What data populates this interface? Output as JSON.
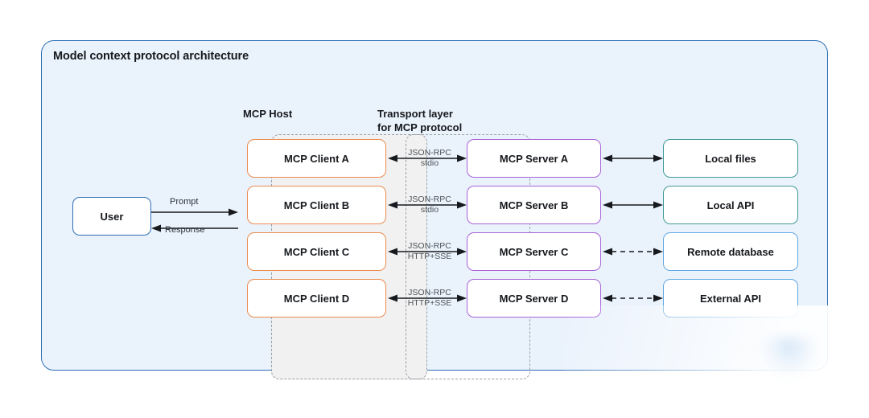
{
  "card": {
    "title": "Model context protocol architecture",
    "background": "#eaf2fc",
    "border_color": "#2f6fb5"
  },
  "groups": {
    "host": {
      "label": "MCP Host",
      "style": "dashed",
      "fill": "#f1f1f1"
    },
    "transport": {
      "label": "Transport layer\nfor MCP protocol",
      "style": "dashed",
      "fill": "transparent"
    }
  },
  "actor": {
    "user": {
      "label": "User",
      "border_color": "#2f6fb5"
    },
    "prompt_label": "Prompt",
    "response_label": "Response"
  },
  "columns": {
    "clients": {
      "border_color": "#ec8b4f",
      "items": [
        {
          "label": "MCP Client A"
        },
        {
          "label": "MCP Client B"
        },
        {
          "label": "MCP Client C"
        },
        {
          "label": "MCP Client D"
        }
      ]
    },
    "servers": {
      "border_color": "#a863d8",
      "items": [
        {
          "label": "MCP Server A"
        },
        {
          "label": "MCP Server B"
        },
        {
          "label": "MCP Server C"
        },
        {
          "label": "MCP Server D"
        }
      ]
    },
    "resources": {
      "items": [
        {
          "label": "Local files",
          "border_color": "#3f9a96"
        },
        {
          "label": "Local API",
          "border_color": "#3f9a96"
        },
        {
          "label": "Remote database",
          "border_color": "#62a8e2"
        },
        {
          "label": "External API",
          "border_color": "#62a8e2"
        }
      ]
    }
  },
  "transport_labels": [
    "JSON-RPC\nstdio",
    "JSON-RPC\nstdio",
    "JSON-RPC\nHTTP+SSE",
    "JSON-RPC\nHTTP+SSE"
  ],
  "connector_styles": {
    "client_server": [
      "solid",
      "solid",
      "solid",
      "solid"
    ],
    "server_resource": [
      "solid",
      "solid",
      "dashed",
      "dashed"
    ]
  }
}
